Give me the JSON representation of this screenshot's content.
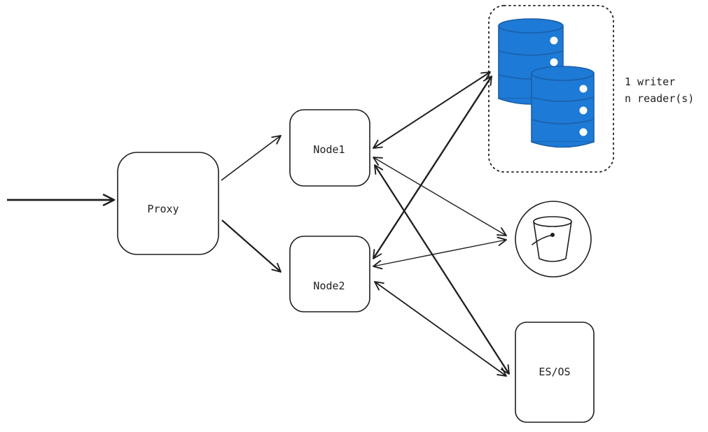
{
  "nodes": {
    "proxy": {
      "label": "Proxy"
    },
    "node1": {
      "label": "Node1"
    },
    "node2": {
      "label": "Node2"
    },
    "search": {
      "label": "ES/OS"
    }
  },
  "database_cluster": {
    "note_line1": "1 writer",
    "note_line2": "n reader(s)"
  },
  "colors": {
    "stroke": "#1e1e1e",
    "db_fill": "#1d7ad6",
    "db_stroke": "#1b5fa8",
    "db_disc": "#ffffff"
  },
  "icons": [
    "database-icon",
    "bucket-icon"
  ]
}
